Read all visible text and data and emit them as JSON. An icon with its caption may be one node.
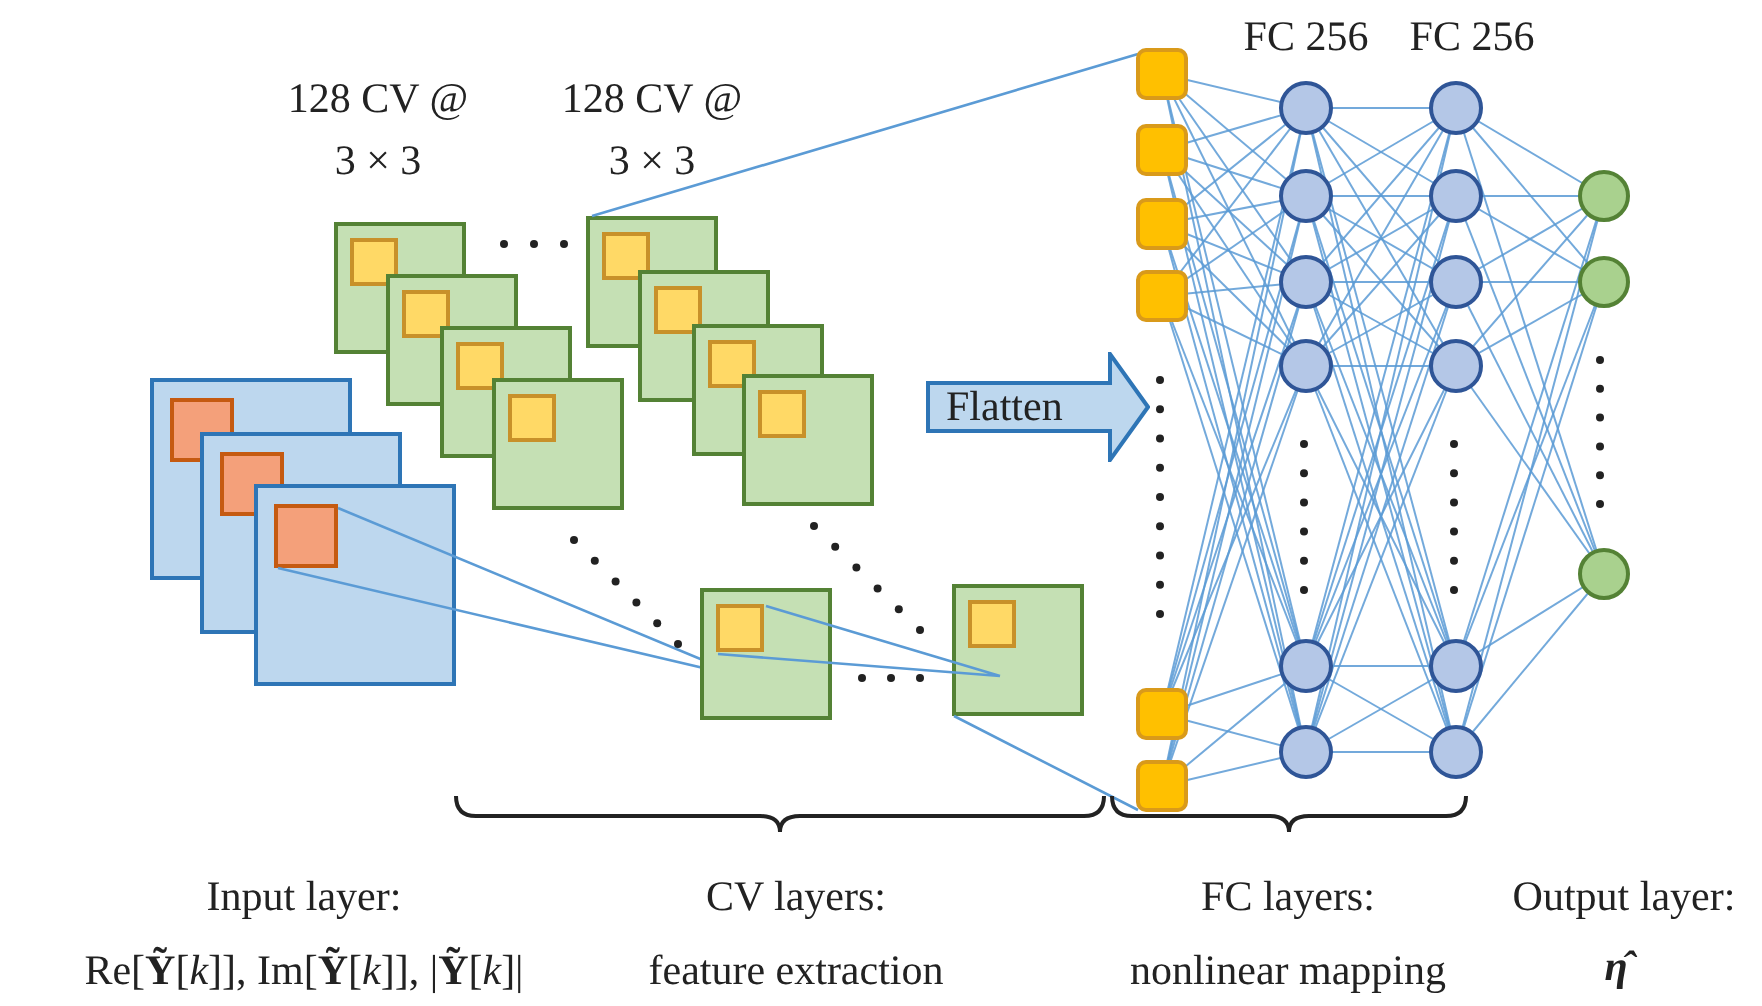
{
  "diagram": {
    "nodes": [
      {
        "text": [
          "Flatten"
        ]
      }
    ],
    "labels": [
      "128 CV @ 3 × 3",
      "128 CV @ 3 × 3",
      "FC 256",
      "FC 256",
      "Input layer:",
      "Re[**Ỹ**[*k*]], Im[**Ỹ**[*k*]], |**Ỹ**[*k*]|",
      "CV layers:",
      "feature extraction",
      "FC layers:",
      "nonlinear mapping",
      "Output layer:",
      "η̂"
    ]
  }
}
